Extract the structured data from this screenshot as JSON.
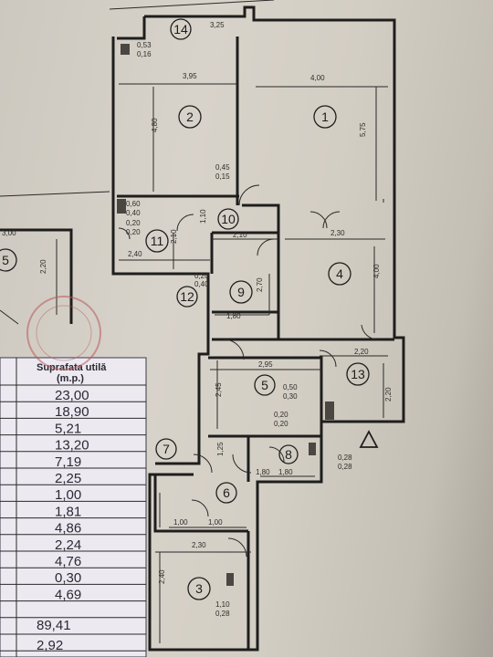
{
  "rooms": [
    {
      "id": "room-1",
      "label": "1"
    },
    {
      "id": "room-2",
      "label": "2"
    },
    {
      "id": "room-3",
      "label": "3"
    },
    {
      "id": "room-4",
      "label": "4"
    },
    {
      "id": "room-5",
      "label": "5"
    },
    {
      "id": "room-6",
      "label": "6"
    },
    {
      "id": "room-7",
      "label": "7"
    },
    {
      "id": "room-8",
      "label": "8"
    },
    {
      "id": "room-9",
      "label": "9"
    },
    {
      "id": "room-10",
      "label": "10"
    },
    {
      "id": "room-11",
      "label": "11"
    },
    {
      "id": "room-12",
      "label": "12"
    },
    {
      "id": "room-13",
      "label": "13"
    },
    {
      "id": "room-14",
      "label": "14"
    },
    {
      "id": "room-5-adjacent",
      "label": "5"
    }
  ],
  "dimensions": [
    "3,25",
    "3,95",
    "4,00",
    "4,80",
    "5,75",
    "0,53",
    "0,16",
    "0,45",
    "0,15",
    "0,60",
    "0,40",
    "0,20",
    "0,20",
    "1,10",
    "2,10",
    "2,40",
    "2,10",
    "2,30",
    "0,20",
    "0,40",
    "2,70",
    "1,80",
    "4,00",
    "2,95",
    "2,20",
    "2,20",
    "2,45",
    "0,50",
    "0,30",
    "0,20",
    "0,20",
    "0,28",
    "0,28",
    "1,80",
    "1,25",
    "1,80",
    "1,00",
    "1,00",
    "2,30",
    "2,40",
    "1,10",
    "0,28",
    "3,00",
    "2,20"
  ],
  "table": {
    "header_line1": "Suprafata utilă",
    "header_line2": "(m.p.)",
    "values": [
      "23,00",
      "18,90",
      "5,21",
      "13,20",
      "7,19",
      "2,25",
      "1,00",
      "1,81",
      "4,86",
      "2,24",
      "4,76",
      "0,30",
      "4,69"
    ],
    "total": "89,41",
    "extra": "2,92"
  },
  "north_marker": "triangle"
}
